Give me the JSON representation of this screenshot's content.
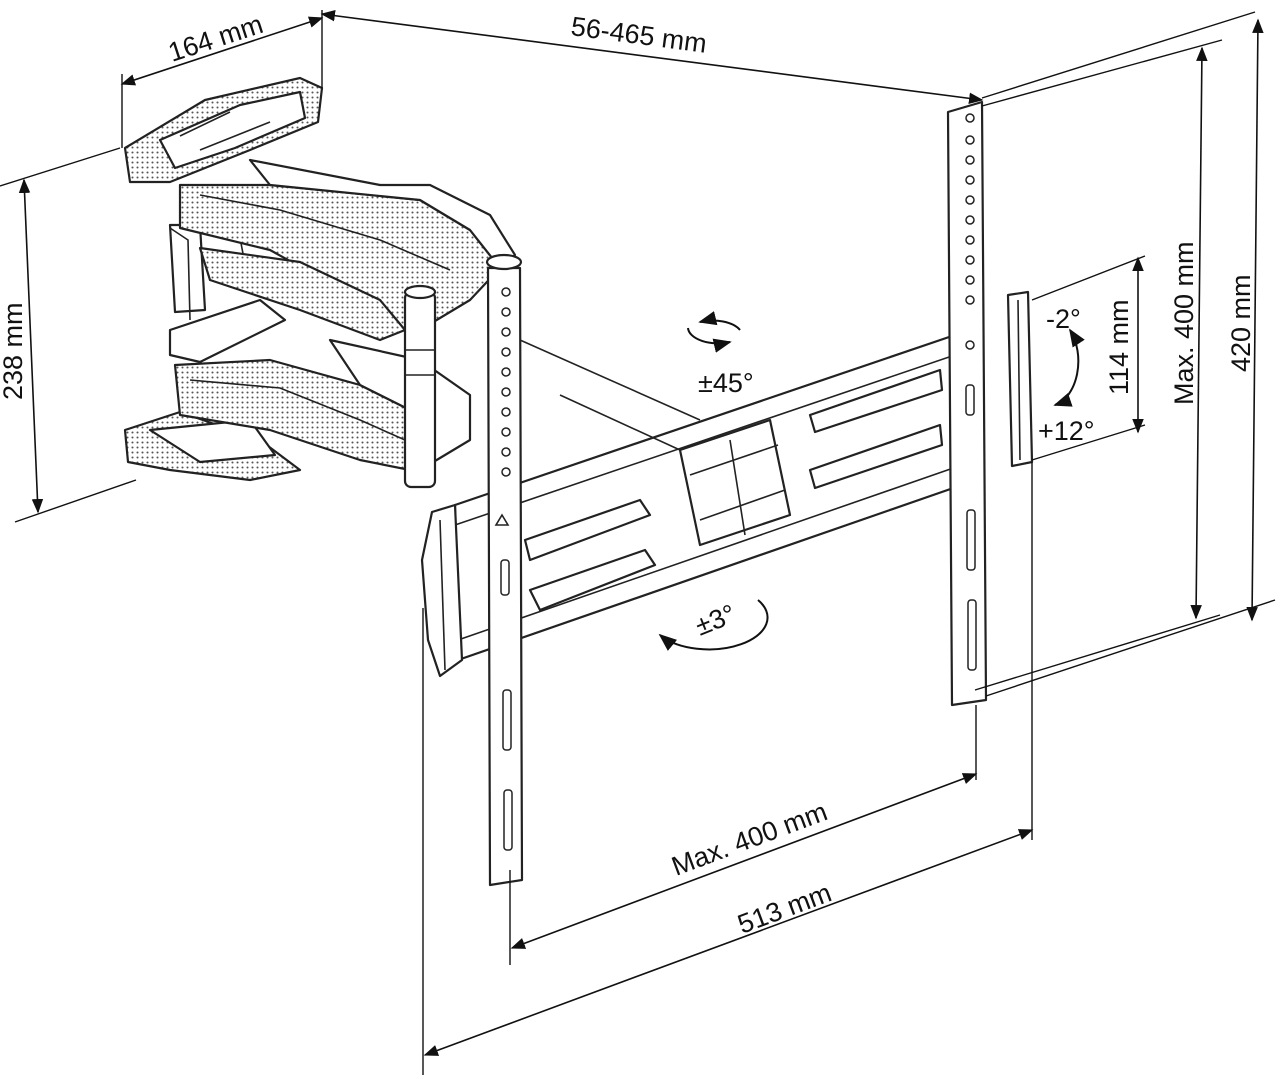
{
  "dimensions": {
    "arm_plate_width": "164 mm",
    "extension": "56-465 mm",
    "wall_plate_height": "238 mm",
    "vesa_horizontal": "Max. 400 mm",
    "bracket_width": "513 mm",
    "vesa_vertical": "Max. 400 mm",
    "bracket_height": "420 mm",
    "tilt_range_height": "114 mm"
  },
  "angles": {
    "swivel": "±45°",
    "rotation": "±3°",
    "tilt_up": "-2°",
    "tilt_down": "+12°"
  }
}
